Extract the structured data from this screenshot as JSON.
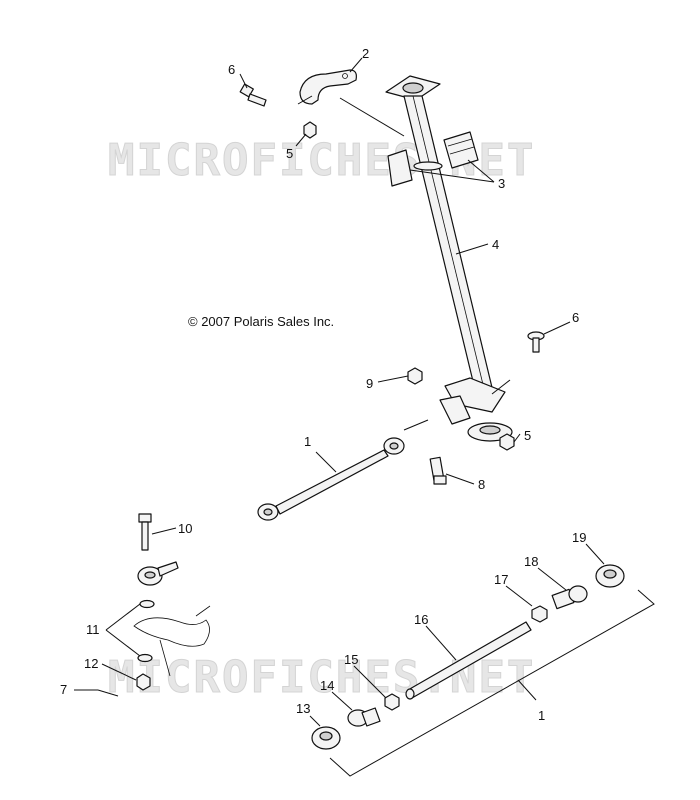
{
  "watermark": "MICROFICHES.NET",
  "copyright": "© 2007 Polaris Sales Inc.",
  "callouts": {
    "c6a": "6",
    "c2": "2",
    "c5a": "5",
    "c3": "3",
    "c4": "4",
    "c6b": "6",
    "c9": "9",
    "c5b": "5",
    "c1a": "1",
    "c8": "8",
    "c10": "10",
    "c11": "11",
    "c12": "12",
    "c7": "7",
    "c13": "13",
    "c14": "14",
    "c15": "15",
    "c16": "16",
    "c17": "17",
    "c18": "18",
    "c19": "19",
    "c1b": "1"
  }
}
